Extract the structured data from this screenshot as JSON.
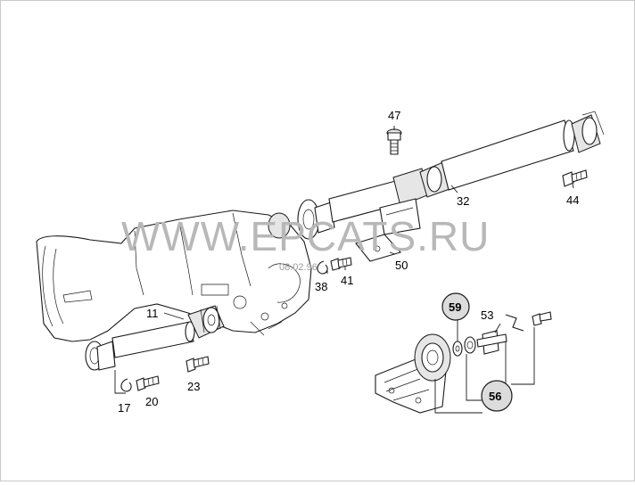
{
  "diagram": {
    "watermark": "WWW.EPCATS.RU",
    "stamp": "08.02.96"
  },
  "callouts": {
    "c11": "11",
    "c17": "17",
    "c20": "20",
    "c23": "23",
    "c32": "32",
    "c38": "38",
    "c41": "41",
    "c44": "44",
    "c47": "47",
    "c50": "50",
    "c53": "53",
    "c56": "56",
    "c59": "59"
  },
  "colors": {
    "line": "#1a1a1a",
    "watermark": "#b8b8b8",
    "callout_circle_fill": "#dcdcdc"
  }
}
